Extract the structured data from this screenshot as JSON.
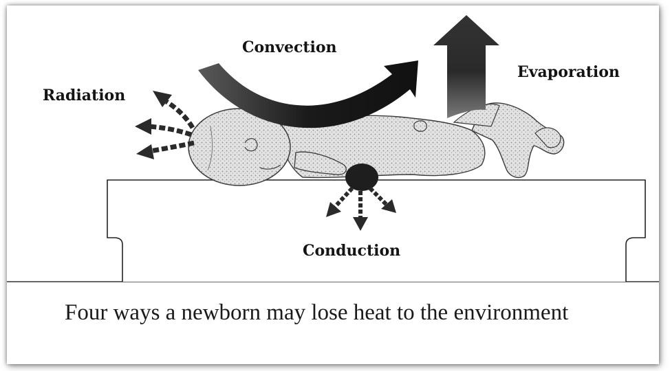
{
  "labels": {
    "convection": "Convection",
    "radiation": "Radiation",
    "evaporation": "Evaporation",
    "conduction": "Conduction"
  },
  "caption": "Four ways a newborn may lose heat to the environment",
  "icons": [
    "baby-illustration",
    "convection-arrow",
    "radiation-arrow",
    "evaporation-arrow",
    "conduction-arrow",
    "table-surface"
  ],
  "colors": {
    "arrow": "#2a2a2a",
    "line": "#222222",
    "baby_shading": "#bdbdbd",
    "background": "#ffffff"
  }
}
